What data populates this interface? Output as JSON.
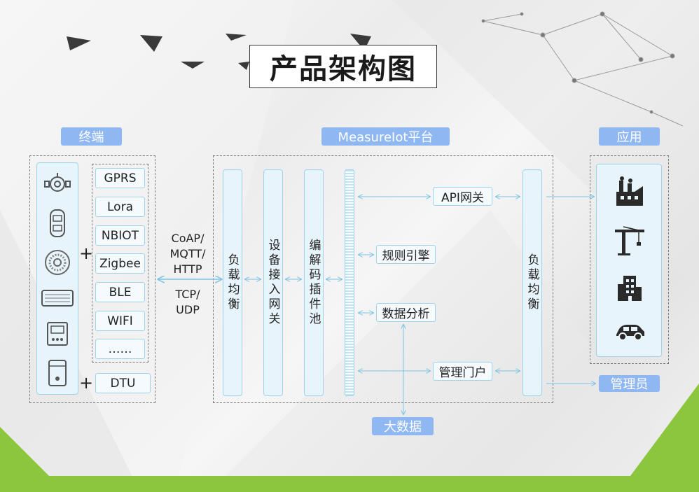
{
  "title": "产品架构图",
  "sections": {
    "terminal": "终端",
    "platform": "MeasureIot平台",
    "application": "应用"
  },
  "terminal_devices": [
    "meter-device-icon",
    "car-sensor-icon",
    "round-sensor-icon",
    "keyboard-device-icon",
    "panel-meter-icon",
    "cylinder-device-icon"
  ],
  "protocols_modules": [
    "GPRS",
    "Lora",
    "NBIOT",
    "Zigbee",
    "BLE",
    "WIFI",
    "……"
  ],
  "plus": "+",
  "dtu": "DTU",
  "protocol_text": {
    "line1": "CoAP/",
    "line2": "MQTT/",
    "line3": "HTTP",
    "line4": "TCP/",
    "line5": "UDP"
  },
  "platform_columns": {
    "load_balance_left": "负载均衡",
    "device_access": "设备接入网关",
    "codec_plugin": "编解码插件池",
    "load_balance_right": "负载均衡"
  },
  "platform_services": {
    "api_gateway": "API网关",
    "rule_engine": "规则引擎",
    "data_analysis": "数据分析",
    "management_portal": "管理门户"
  },
  "big_data": "大数据",
  "admin": "管理员",
  "applications": [
    "factory-icon",
    "crane-icon",
    "building-icon",
    "car-icon"
  ],
  "colors": {
    "pill": "#8fb8f2",
    "bar_border": "#9fd3ec",
    "green": "#8cc63f"
  }
}
